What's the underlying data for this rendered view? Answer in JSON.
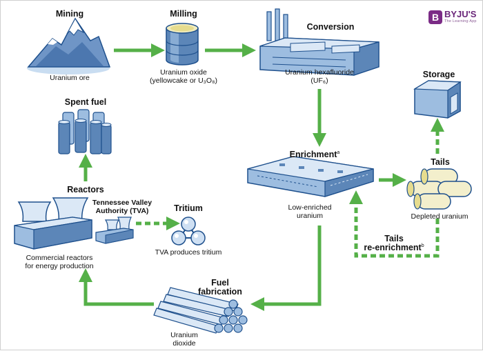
{
  "logo": {
    "letter": "B",
    "name": "BYJU'S",
    "tagline": "The Learning App"
  },
  "colors": {
    "arrow": "#55b048",
    "outline": "#1d4f8c",
    "fill_light": "#dbe8f6",
    "fill_mid": "#9dbde0",
    "fill_dark": "#5c86b8"
  },
  "stages": {
    "mining": {
      "title": "Mining",
      "caption": "Uranium ore",
      "icon": "mountain-icon"
    },
    "milling": {
      "title": "Milling",
      "caption_line1": "Uranium oxide",
      "caption_line2": "(yellowcake or U₃O₈)",
      "icon": "barrel-icon"
    },
    "conversion": {
      "title": "Conversion",
      "caption_line1": "Uranium hexafluoride",
      "caption_line2": "(UF₆)",
      "icon": "factory-icon"
    },
    "storage": {
      "title": "Storage",
      "icon": "warehouse-icon"
    },
    "enrichment": {
      "title": "Enrichment",
      "title_sup": "a",
      "caption_line1": "Low-enriched",
      "caption_line2": "uranium",
      "icon": "plant-icon"
    },
    "tails": {
      "title": "Tails",
      "caption": "Depleted uranium",
      "icon": "cylinders-icon"
    },
    "tails_reenrichment": {
      "title_line1": "Tails",
      "title_line2": "re-enrichment",
      "title_sup": "b"
    },
    "spent_fuel": {
      "title": "Spent fuel",
      "icon": "fuel-casks-icon"
    },
    "reactors": {
      "title": "Reactors",
      "caption_line1": "Commercial reactors",
      "caption_line2": "for energy production",
      "icon": "reactor-icon"
    },
    "tva": {
      "title_line1": "Tennessee Valley",
      "title_line2": "Authority (TVA)",
      "icon": "small-reactor-icon"
    },
    "tritium": {
      "title": "Tritium",
      "caption": "TVA produces tritium",
      "icon": "molecule-icon"
    },
    "fuel_fabrication": {
      "title_line1": "Fuel",
      "title_line2": "fabrication",
      "caption_line1": "Uranium",
      "caption_line2": "dioxide",
      "icon": "fuel-rods-icon"
    }
  }
}
